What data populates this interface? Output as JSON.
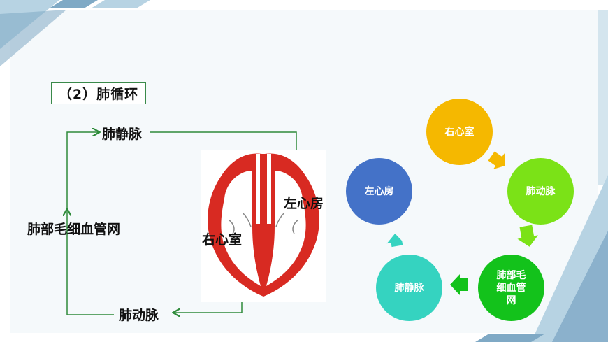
{
  "section_title": "（2）肺循环",
  "flow_labels": {
    "pulmonary_vein": "肺静脉",
    "left_atrium": "左心房",
    "right_ventricle": "右心室",
    "pulmonary_capillary_network": "肺部毛细血管网",
    "pulmonary_artery": "肺动脉"
  },
  "cycle_nodes": [
    {
      "label": "右心室",
      "color": "#f5b800"
    },
    {
      "label": "肺动脉",
      "color": "#7be217"
    },
    {
      "label": "肺部毛细血管网",
      "display": [
        "肺部毛",
        "细血管",
        "网"
      ],
      "color": "#13c21b"
    },
    {
      "label": "肺静脉",
      "color": "#35d3c0"
    },
    {
      "label": "左心房",
      "color": "#4472c8"
    }
  ],
  "colors": {
    "connector": "#2e8b3a",
    "heart": "#d82a22",
    "arrow_orange": "#f5b800",
    "arrow_lime": "#7be217",
    "arrow_green": "#13c21b",
    "arrow_teal": "#35d3c0",
    "stripe_dark": "#7fa9c5",
    "stripe_light": "#b7d3e3"
  }
}
